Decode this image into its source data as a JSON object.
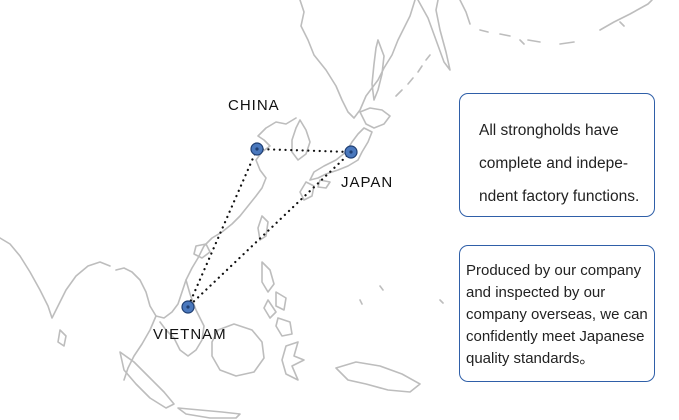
{
  "map": {
    "labels": {
      "china": "CHINA",
      "japan": "JAPAN",
      "vietnam": "VIETNAM"
    },
    "locations": [
      "china",
      "japan",
      "vietnam"
    ],
    "routes": [
      [
        "china",
        "japan"
      ],
      [
        "china",
        "vietnam"
      ],
      [
        "japan",
        "vietnam"
      ]
    ],
    "colors": {
      "coastline": "#bdbdbd",
      "marker_fill": "#4a78bd",
      "marker_stroke": "#1f3f73",
      "route": "#111111",
      "box_border": "#2f5fa8"
    }
  },
  "info": {
    "box1_text": "All strongholds have complete and indepe-ndent factory functions.",
    "box1_lines": [
      "All strongholds have",
      "complete and indepe-",
      "ndent factory functions."
    ],
    "box2_text": "Produced by our company and inspected by our company overseas, we can confidently meet Japanese quality standards。"
  }
}
